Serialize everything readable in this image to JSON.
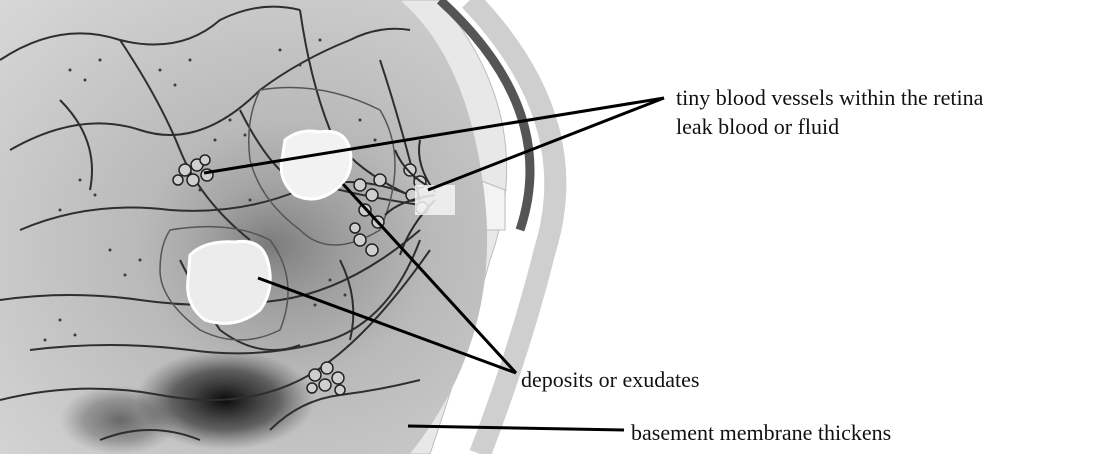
{
  "labels": {
    "vessels_line1": "tiny blood vessels within the retina",
    "vessels_line2": "leak blood or fluid",
    "deposits": "deposits or exudates",
    "membrane": "basement membrane thickens"
  },
  "colors": {
    "background": "#ffffff",
    "retina_light": "#d6d6d6",
    "retina_mid": "#a9a9a9",
    "vessel": "#2b2b2b",
    "leader_line": "#000000",
    "hemorrhage": "#1a1a1a"
  }
}
